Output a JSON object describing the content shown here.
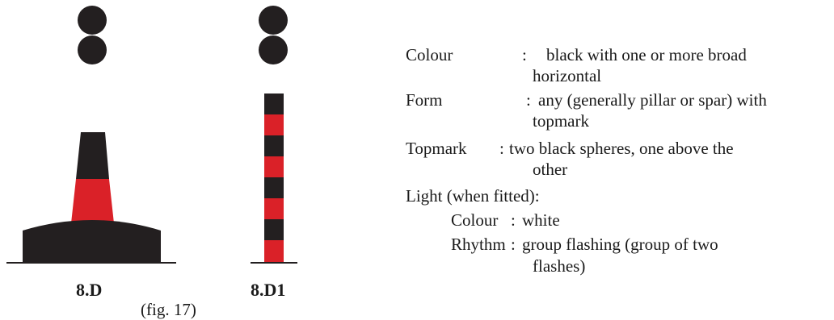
{
  "figure": {
    "buoy_left_label": "8.D",
    "buoy_right_label": "8.D1",
    "figure_ref": "(fig. 17)"
  },
  "colors": {
    "black": "#231f20",
    "red": "#da2128"
  },
  "spec": {
    "colour_label": "Colour",
    "colour_sep": ":",
    "colour_value_1": "black with one or more broad",
    "colour_value_2": "horizontal",
    "form_label": "Form",
    "form_sep": ":",
    "form_value_1": "any (generally pillar or spar) with",
    "form_value_2": "topmark",
    "topmark_label": "Topmark",
    "topmark_sep": ":",
    "topmark_value_1": "two black spheres, one above the",
    "topmark_value_2": "other",
    "light_label": "Light (when fitted):",
    "light_colour_label": "Colour",
    "light_colour_sep": ":",
    "light_colour_value": "white",
    "rhythm_label": "Rhythm",
    "rhythm_sep": ":",
    "rhythm_value_1": "group flashing (group of two",
    "rhythm_value_2": "flashes)"
  }
}
